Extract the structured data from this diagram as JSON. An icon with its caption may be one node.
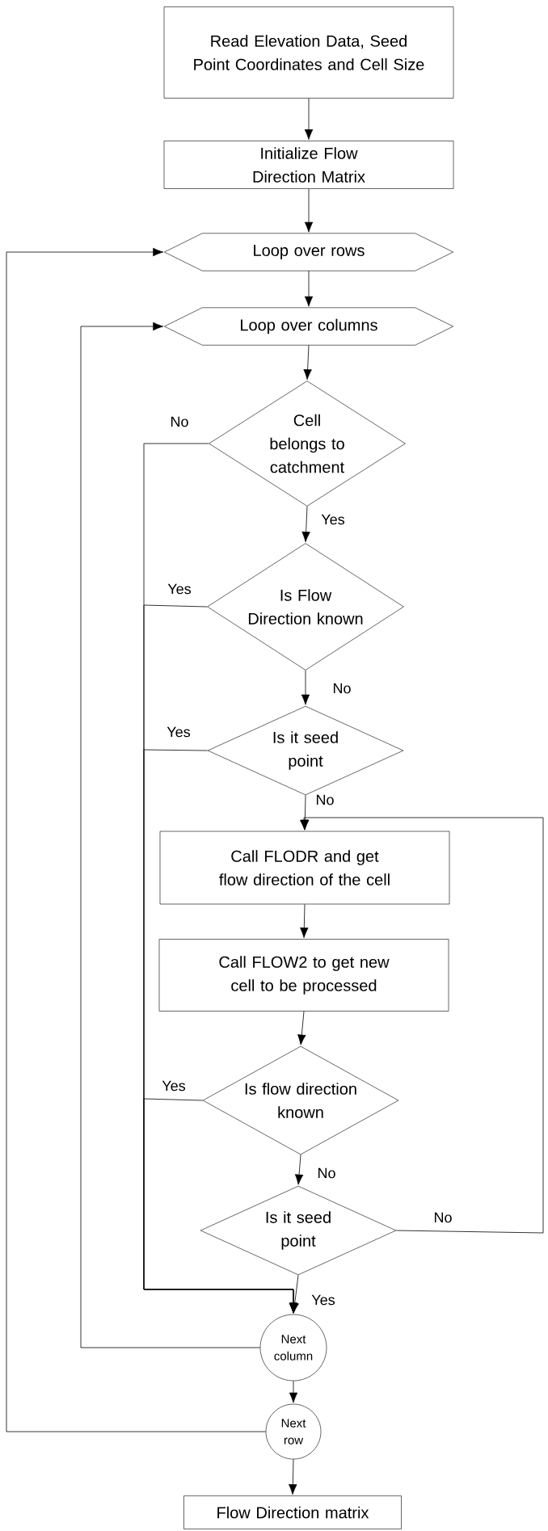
{
  "diagram": {
    "nodes": [
      {
        "text": [
          "Read Elevation Data, Seed Point Coordinates and Cell Size"
        ]
      },
      {
        "text": [
          "Initialize Flow Direction Matrix"
        ]
      },
      {
        "text": [
          "Loop over rows"
        ]
      },
      {
        "text": [
          "Loop over columns"
        ]
      },
      {
        "text": [
          "Cell belongs to catchment"
        ]
      },
      {
        "text": [
          "Is Flow Direction known"
        ]
      },
      {
        "text": [
          "Is it seed point"
        ]
      },
      {
        "text": [
          "Call FLODR and get flow direction of the cell"
        ]
      },
      {
        "text": [
          "Call FLOW2 to get new cell to be processed"
        ]
      },
      {
        "text": [
          "Is flow direction known"
        ]
      },
      {
        "text": [
          "Is it seed point"
        ]
      },
      {
        "text": [
          "Next column"
        ]
      },
      {
        "text": [
          "Next row"
        ]
      },
      {
        "text": [
          "Flow Direction matrix"
        ]
      }
    ],
    "edges": [
      {
        "from": 0,
        "to": 1,
        "arrow": "to"
      },
      {
        "from": 1,
        "to": 2,
        "arrow": "to"
      },
      {
        "from": 2,
        "to": 3,
        "arrow": "to"
      },
      {
        "from": 3,
        "to": 4,
        "arrow": "to"
      },
      {
        "from": 4,
        "to": 5,
        "arrow": "to",
        "label": "Yes"
      },
      {
        "from": 5,
        "to": 6,
        "arrow": "to",
        "label": "No"
      },
      {
        "from": 6,
        "to": 7,
        "arrow": "to",
        "label": "No"
      },
      {
        "from": 7,
        "to": 8,
        "arrow": "to"
      },
      {
        "from": 8,
        "to": 9,
        "arrow": "to"
      },
      {
        "from": 9,
        "to": 10,
        "arrow": "to",
        "label": "No"
      },
      {
        "from": 10,
        "to": 11,
        "arrow": "to",
        "label": "Yes"
      },
      {
        "from": 11,
        "to": 12,
        "arrow": "to"
      },
      {
        "from": 12,
        "to": 13,
        "arrow": "to"
      },
      {
        "from": 4,
        "to": 11,
        "arrow": "to",
        "label": "No"
      },
      {
        "from": 5,
        "to": 11,
        "arrow": "to",
        "label": "Yes"
      },
      {
        "from": 6,
        "to": 11,
        "arrow": "to",
        "label": "Yes"
      },
      {
        "from": 9,
        "to": 11,
        "arrow": "to",
        "label": "Yes"
      },
      {
        "from": 10,
        "to": 7,
        "arrow": "to",
        "label": "No"
      },
      {
        "from": 11,
        "to": 3,
        "arrow": "to"
      },
      {
        "from": 12,
        "to": 2,
        "arrow": "to"
      }
    ]
  }
}
